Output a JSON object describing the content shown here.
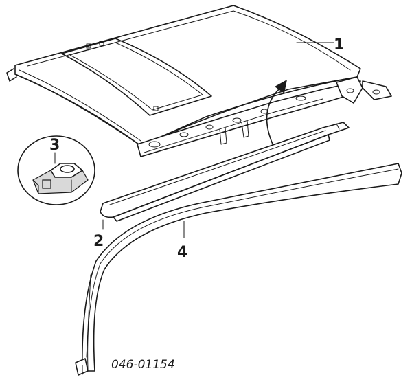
{
  "callouts": [
    {
      "id": "1",
      "part": "roof-panel"
    },
    {
      "id": "2",
      "part": "roof-side-rail"
    },
    {
      "id": "3",
      "part": "clip"
    },
    {
      "id": "4",
      "part": "roof-drip-molding"
    }
  ],
  "diagram_code": "046-01154",
  "colors": {
    "ink": "#1a1a1a",
    "paper": "#ffffff"
  }
}
